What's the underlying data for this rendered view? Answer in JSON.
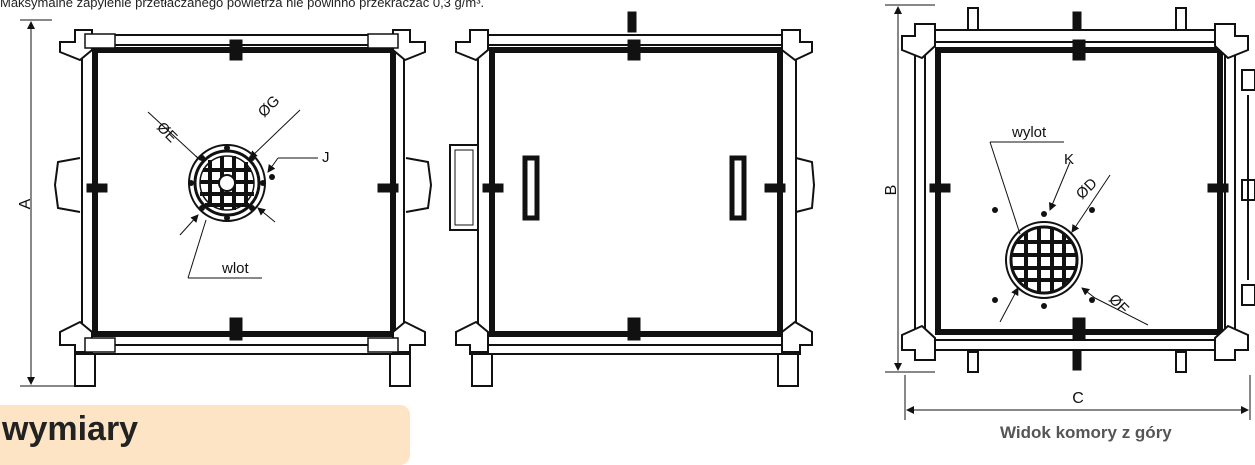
{
  "note": "Maksymalne zapylenie przetłaczanego powietrza nie powinno przekraczać 0,3 g/m³.",
  "section_title": "wymiary",
  "top_view_caption": "Widok komory z góry",
  "left_view": {
    "dim_height": "A",
    "dim_e": "ØE",
    "dim_g": "ØG",
    "label_j": "J",
    "inlet": "wlot"
  },
  "top_view": {
    "dim_depth": "B",
    "dim_width": "C",
    "dim_d": "ØD",
    "dim_f": "ØF",
    "label_k": "K",
    "outlet": "wylot"
  }
}
